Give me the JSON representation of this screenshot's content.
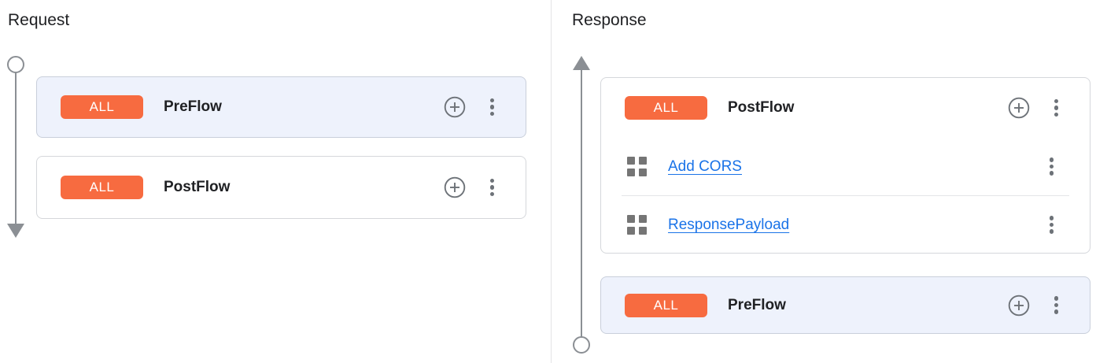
{
  "colors": {
    "badge_orange": "#f76b40",
    "card_blue_bg": "#eef2fc",
    "link_blue": "#1a73e8",
    "timeline_gray": "#8b8f94"
  },
  "request_panel": {
    "title": "Request",
    "flows": [
      {
        "badge": "ALL",
        "name": "PreFlow",
        "highlighted": true,
        "policies": []
      },
      {
        "badge": "ALL",
        "name": "PostFlow",
        "highlighted": false,
        "policies": []
      }
    ]
  },
  "response_panel": {
    "title": "Response",
    "flows": [
      {
        "badge": "ALL",
        "name": "PostFlow",
        "highlighted": false,
        "policies": [
          {
            "name": "Add CORS"
          },
          {
            "name": "ResponsePayload"
          }
        ]
      },
      {
        "badge": "ALL",
        "name": "PreFlow",
        "highlighted": true,
        "policies": []
      }
    ]
  },
  "icons": {
    "add_policy": "plus-circle-icon",
    "more_options": "kebab-menu-icon",
    "policy_step": "policy-grid-icon",
    "request_direction": "arrow-down",
    "response_direction": "arrow-up"
  }
}
